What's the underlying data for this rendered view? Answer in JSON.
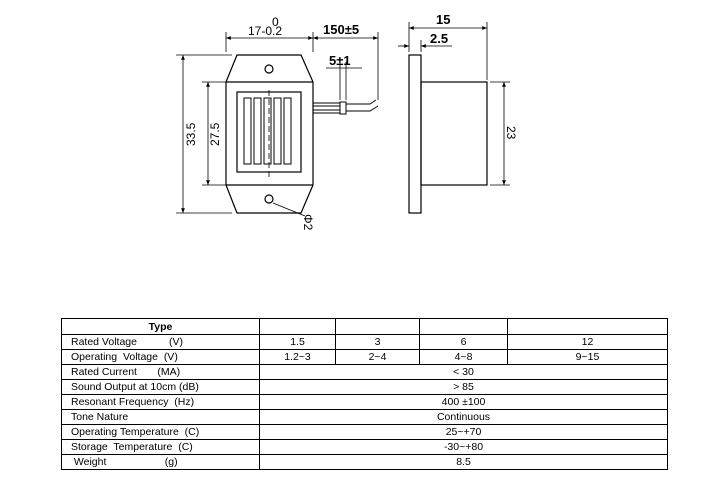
{
  "drawing": {
    "dims": {
      "top_width": "17-0.2",
      "top_width_tol_upper": "0",
      "lead_length": "150±5",
      "lead_strip": "5±1",
      "side_depth": "15",
      "flange_thickness": "2.5",
      "overall_height": "33.5",
      "body_height": "27.5",
      "side_height": "23",
      "hole": "Φ2"
    }
  },
  "table": {
    "header": {
      "label": "Type"
    },
    "rows": [
      {
        "label": "Rated Voltage           (V)",
        "values": [
          "1.5",
          "3",
          "6",
          "12"
        ]
      },
      {
        "label": "Operating  Voltage  (V)",
        "values": [
          "1.2~3",
          "2~4",
          "4~8",
          "9~15"
        ]
      },
      {
        "label": "Rated Current       (MA)",
        "value": "< 30"
      },
      {
        "label": "Sound Output at 10cm (dB)",
        "value": "> 85"
      },
      {
        "label": "Resonant Frequency  (Hz)",
        "value": "400 ±100"
      },
      {
        "label": "Tone Nature",
        "value": "Continuous"
      },
      {
        "label": "Operating Temperature  (C)",
        "value": "25~+70"
      },
      {
        "label": "Storage  Temperature  (C)",
        "value": "-30~+80"
      },
      {
        "label": " Weight                    (g)",
        "value": "8.5"
      }
    ]
  }
}
